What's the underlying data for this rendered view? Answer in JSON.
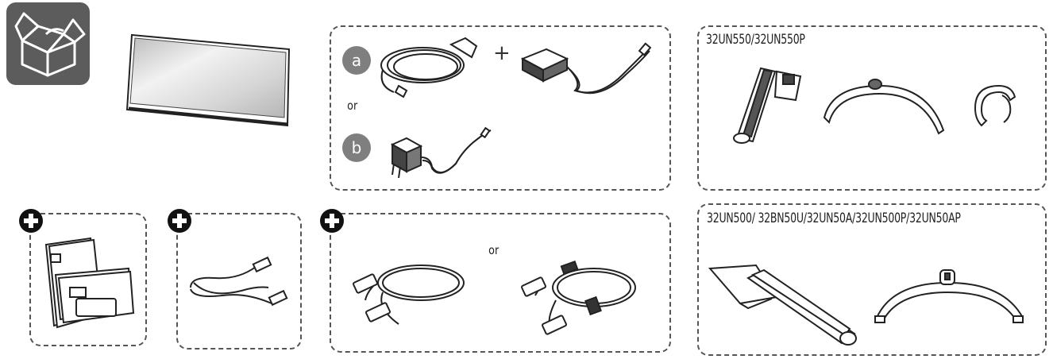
{
  "power": {
    "option_a_badge": "a",
    "option_b_badge": "b",
    "plus_sign": "+",
    "or_text": "or"
  },
  "cables": {
    "or_text": "or"
  },
  "stand_550": {
    "model_label": "32UN550/32UN550P"
  },
  "stand_500": {
    "model_label": "32UN500/ 32BN50U/32UN50A/32UN500P/32UN50AP"
  }
}
